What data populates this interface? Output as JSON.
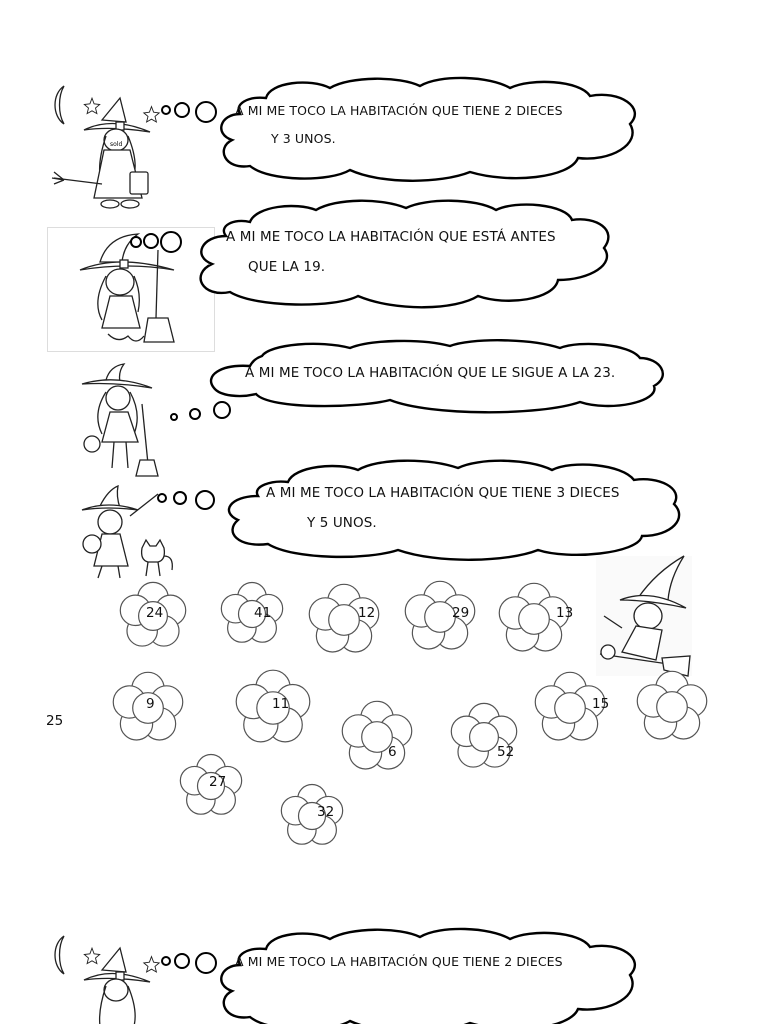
{
  "riddles": [
    {
      "line1": "A MI ME TOCO LA HABITACIÓN QUE TIENE 2 DIECES",
      "line2": "Y 3 UNOS."
    },
    {
      "line1": "A MI ME TOCO LA HABITACIÓN QUE ESTÁ ANTES",
      "line2": "QUE  LA 19."
    },
    {
      "line1": "A MI ME TOCO LA HABITACIÓN QUE LE SIGUE A LA 23.",
      "line2": ""
    },
    {
      "line1": "A MI ME TOCO LA HABITACIÓN QUE TIENE 3 DIECES",
      "line2": "Y 5 UNOS."
    },
    {
      "line1": "A MI ME TOCO LA HABITACIÓN QUE TIENE 2 DIECES",
      "line2": ""
    }
  ],
  "numbers": [
    "24",
    "41",
    "12",
    "29",
    "13",
    "25",
    "9",
    "11",
    "6",
    "52",
    "15",
    "27",
    "32"
  ],
  "icons": [
    "witch-moon-icon",
    "witch-broom-icon",
    "witch-pumpkin-icon",
    "witch-cat-icon",
    "flying-witch-icon",
    "flower-icon"
  ]
}
